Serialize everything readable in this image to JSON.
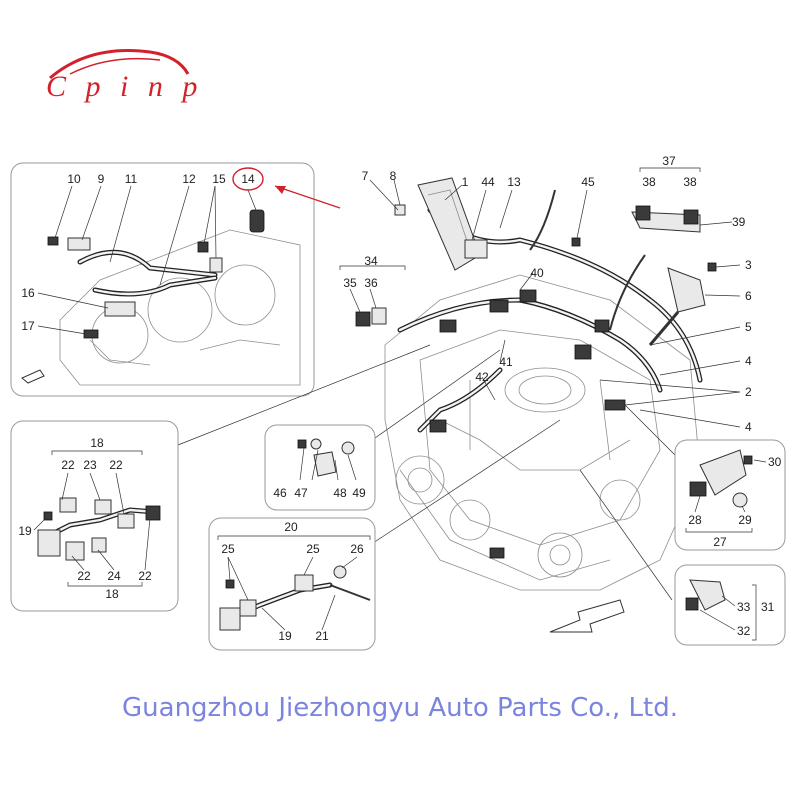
{
  "logo": {
    "text": "C p i n p",
    "color": "#d3202a"
  },
  "footer": {
    "company": "Guangzhou Jiezhongyu Auto Parts Co., Ltd.",
    "color": "#7b84de"
  },
  "highlight_color": "#d3202a",
  "callouts": {
    "c1": "1",
    "c2": "2",
    "c3": "3",
    "c4a": "4",
    "c4b": "4",
    "c5": "5",
    "c6": "6",
    "c7": "7",
    "c8": "8",
    "c9": "9",
    "c10": "10",
    "c11": "11",
    "c12": "12",
    "c13": "13",
    "c14": "14",
    "c15": "15",
    "c16": "16",
    "c17": "17",
    "c18a": "18",
    "c18b": "18",
    "c19a": "19",
    "c19b": "19",
    "c20": "20",
    "c21": "21",
    "c22a": "22",
    "c22b": "22",
    "c22c": "22",
    "c22d": "22",
    "c23": "23",
    "c24": "24",
    "c25a": "25",
    "c25b": "25",
    "c26": "26",
    "c27": "27",
    "c28": "28",
    "c29": "29",
    "c30": "30",
    "c31": "31",
    "c32": "32",
    "c33": "33",
    "c34": "34",
    "c35": "35",
    "c36": "36",
    "c37": "37",
    "c38a": "38",
    "c38b": "38",
    "c39": "39",
    "c40": "40",
    "c41": "41",
    "c42": "42",
    "c44": "44",
    "c45": "45",
    "c46": "46",
    "c47": "47",
    "c48": "48",
    "c49": "49"
  }
}
